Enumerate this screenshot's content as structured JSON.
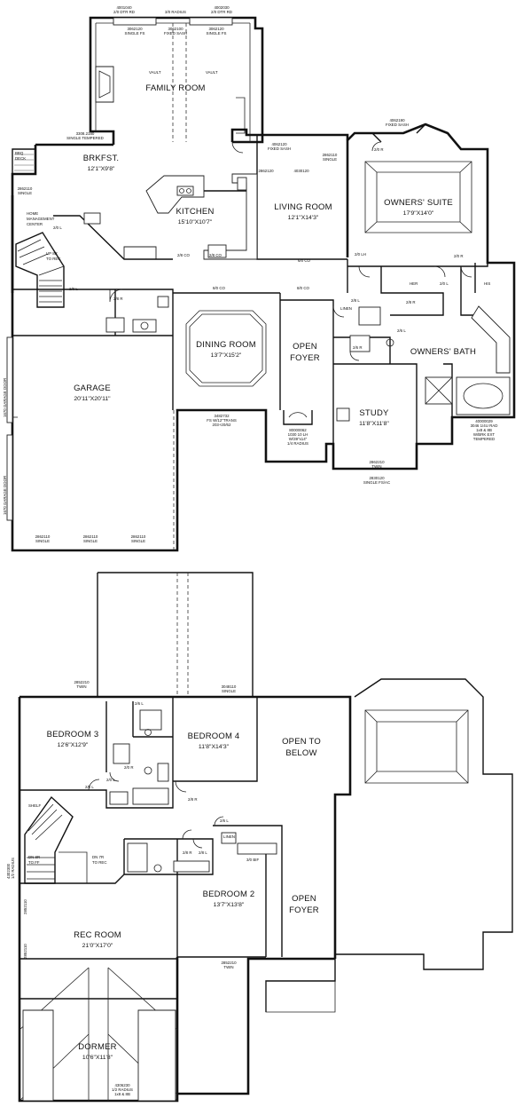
{
  "first_floor": {
    "rooms": {
      "family_room": {
        "name": "FAMILY ROOM"
      },
      "breakfast": {
        "name": "BRKFST.",
        "size": "12'1\"X9'8\""
      },
      "kitchen": {
        "name": "KITCHEN",
        "size": "15'10\"X10'7\""
      },
      "living_room": {
        "name": "LIVING ROOM",
        "size": "12'1\"X14'3\""
      },
      "owners_suite": {
        "name": "OWNERS' SUITE",
        "size": "17'9\"X14'0\""
      },
      "dining_room": {
        "name": "DINING ROOM",
        "size": "13'7\"X15'2\""
      },
      "open_foyer_line1": "OPEN",
      "open_foyer_line2": "FOYER",
      "owners_bath": {
        "name": "OWNERS' BATH"
      },
      "garage": {
        "name": "GARAGE",
        "size": "20'11\"X20'11\""
      },
      "study": {
        "name": "STUDY",
        "size": "11'8\"X11'8\""
      },
      "home_mgmt_line1": "HOME",
      "home_mgmt_line2": "MANAGEMENT",
      "home_mgmt_line3": "CENTER",
      "bbq_line1": "BBQ",
      "bbq_line2": "DECK"
    },
    "labels": {
      "vault_left": "VAULT",
      "vault_right": "VAULT",
      "up_to_rec_line1": "UP 8R",
      "up_to_rec_line2": "TO REC",
      "garage_door_1": "1670 GARAGE DOOR",
      "garage_door_2": "1670 GARAGE DOOR",
      "her": "HER",
      "his": "HIS",
      "linen": "LINEN"
    },
    "window_notes": {
      "fam_top_left": "4001040",
      "fam_top_left_b": "2/0 DTR RD",
      "fam_top_mid": "3/0 RADIUS",
      "fam_top_right": "4002030",
      "fam_top_right_b": "2/0 DTR RD",
      "fam_sash_mid": "3062100",
      "fam_sash_mid_b": "FIXED SASH",
      "fam_l": "3062120",
      "fam_l_b": "SINGLE FS",
      "fam_r": "3062120",
      "fam_r_b": "SINGLE FS",
      "living_a": "4062120",
      "living_a_b": "FIXED SASH",
      "living_b": "2862110",
      "living_b_b": "SINGLE",
      "living_c": "2862120",
      "living_d": "4030120",
      "suite_top": "4062190",
      "suite_top_b": "FIXED SASH",
      "brk_left": "3308.2180",
      "brk_left_b": "SINGLE TEMPERED",
      "hmc_win": "2862110",
      "hmc_win_b": "SINGLE",
      "dining_win": "3482732",
      "dining_win_b": "FS W/12\"TRANS",
      "dining_win_c": "203+20/62",
      "foyer_door": "80000062",
      "foyer_door_b": "1030 10 LH",
      "foyer_door_c": "W/39\"x14\"",
      "foyer_door_d": "1/4 RADIUS",
      "study_win": "2862210",
      "study_win_b": "TWIN",
      "study_win2": "2830120",
      "study_win2_b": "SINGLE FS/AC",
      "bath_win": "40000029",
      "bath_win_b": "3046 1/4U RAD",
      "bath_win_c": "1x8 & 8B",
      "bath_win_d": "W/BRK EXT",
      "bath_win_e": "TEMPERED",
      "garage_w1": "2862110",
      "garage_w1_b": "SINGLE",
      "garage_w2": "2862110",
      "garage_w2_b": "SINGLE",
      "garage_w3": "2862110",
      "garage_w3_b": "SINGLE"
    },
    "doors": {
      "d1": "8/0 CO",
      "d2": "8/0 CO",
      "d3": "2/8 CO",
      "d4": "2/0 L",
      "d5": "2/8 R",
      "d6": "2/0 LH",
      "d7": "2/0 L",
      "d8": "2/0 R",
      "d9": "2/0 R",
      "d10": "2/6 R",
      "d11": "2/6 L",
      "d12": "6/0 CO",
      "d13": "2/0 L",
      "d14": "2/8 L",
      "d15": "2/8 R",
      "d16": "2/8 CO"
    }
  },
  "second_floor": {
    "rooms": {
      "bedroom3": {
        "name": "BEDROOM 3",
        "size": "12'6\"X12'9\""
      },
      "bedroom4": {
        "name": "BEDROOM 4",
        "size": "11'8\"X14'3\""
      },
      "open_below_line1": "OPEN TO",
      "open_below_line2": "BELOW",
      "bedroom2": {
        "name": "BEDROOM 2",
        "size": "13'7\"X13'8\""
      },
      "open_foyer_line1": "OPEN",
      "open_foyer_line2": "FOYER",
      "rec_room": {
        "name": "REC ROOM",
        "size": "21'0\"X17'0\""
      },
      "dormer": {
        "name": "DORMER",
        "size": "10'6\"X11'8\""
      }
    },
    "labels": {
      "shelf": "SHELF",
      "dn_to_ff_line1": "DN 8R",
      "dn_to_ff_line2": "TO FF",
      "dn_to_rec_line1": "DN 7R",
      "dn_to_rec_line2": "TO REC",
      "linen": "LINEN",
      "bi": "3/0 BIF"
    },
    "window_notes": {
      "b3_top": "2852210",
      "b3_top_b": "TWIN",
      "b4_top": "3048110",
      "b4_top_b": "SINGLE",
      "b2_bottom": "2852210",
      "b2_bottom_b": "TWIN",
      "rec_left": "4302300",
      "rec_left_b": "1/2 RADIUS",
      "rec_left2": "2852110",
      "rec_left3": "2852110",
      "dormer_win": "4306230",
      "dormer_win_b": "1/2 RADIUS",
      "dormer_win_c": "1x8 & 8B"
    },
    "doors": {
      "e1": "2/0 L",
      "e2": "2/0 L",
      "e3": "2/0 R",
      "e4": "2/8 R",
      "e5": "2/6 L",
      "e6": "2/6 L",
      "e7": "2/8 R",
      "e8": "2/8 L"
    }
  }
}
